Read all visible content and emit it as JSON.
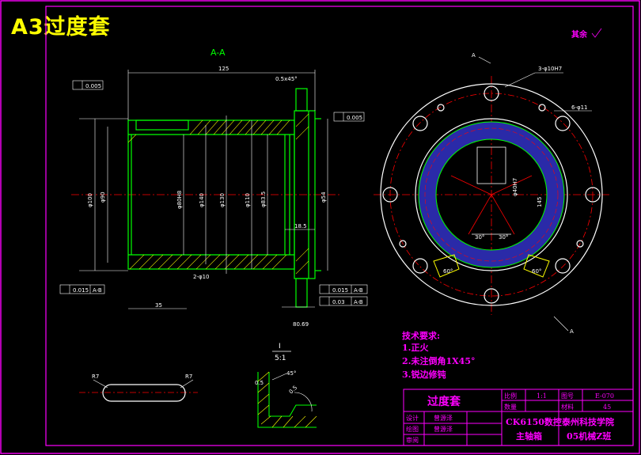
{
  "page_title": "A3过度套",
  "section_label": "A-A",
  "detail_label": "I",
  "detail_scale": "5:1",
  "other_roughness": "其余",
  "view_arrow_label": "A",
  "leader_hole_callout": "3-φ10H7",
  "leader_hole_small": "6-φ11",
  "tech_requirements": {
    "title": "技术要求:",
    "items": [
      "1.正火",
      "2.未注倒角1X45°",
      "3.锐边修钝"
    ]
  },
  "dimensions": {
    "length_total": "125",
    "chamfer": "0.5x45°",
    "d1": "φ100",
    "d2": "φ90",
    "d3": "φ80H8",
    "d4": "φ140",
    "d5": "φ130",
    "d6": "φ110",
    "d7": "φ83.5",
    "d8": "φ54",
    "w18": "18.5",
    "w35": "35",
    "w80": "80.69",
    "r2": "2-φ10",
    "tol1": "0.005",
    "tol2": "0.005",
    "tol3": "0.015",
    "tol4": "0.015",
    "tol5": "0.03",
    "datum_ab": "A-B",
    "ang30a": "30°",
    "ang30b": "30°",
    "ang60a": "60°",
    "ang60b": "60°",
    "hole_dia": "φ40H7",
    "dim_145": "145",
    "r7a": "R7",
    "r7b": "R7",
    "detail_05a": "0.5",
    "detail_05b": "0.5",
    "detail_45": "45°"
  },
  "title_block": {
    "part_name": "过度套",
    "scale_label": "比例",
    "scale_value": "1:1",
    "drawing_no_label": "图号",
    "drawing_no_value": "E-070",
    "qty_label": "数量",
    "material_label": "材料",
    "material_value": "45",
    "design_label": "设计",
    "design_name": "曾源泽",
    "draw_label": "绘图",
    "draw_name": "曾源泽",
    "review_label": "审阅",
    "machine": "CK6150数控",
    "assembly": "主轴箱",
    "school": "泰州科技学院",
    "class": "05机械Z班"
  }
}
